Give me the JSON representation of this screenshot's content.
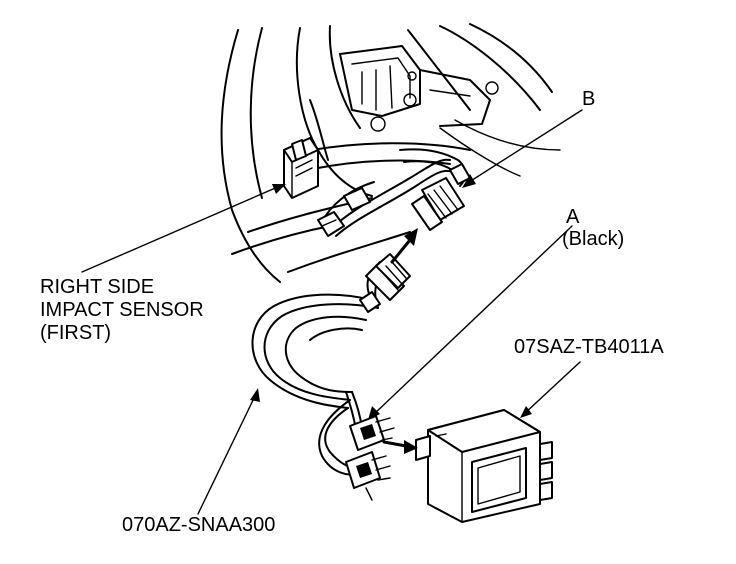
{
  "labels": {
    "b": "B",
    "a": "A",
    "a_note": "(Black)",
    "sensor_line1": "RIGHT SIDE",
    "sensor_line2": "IMPACT SENSOR",
    "sensor_line3": "(FIRST)",
    "module_part": "07SAZ-TB4011A",
    "harness_part": "070AZ-SNAA300"
  }
}
